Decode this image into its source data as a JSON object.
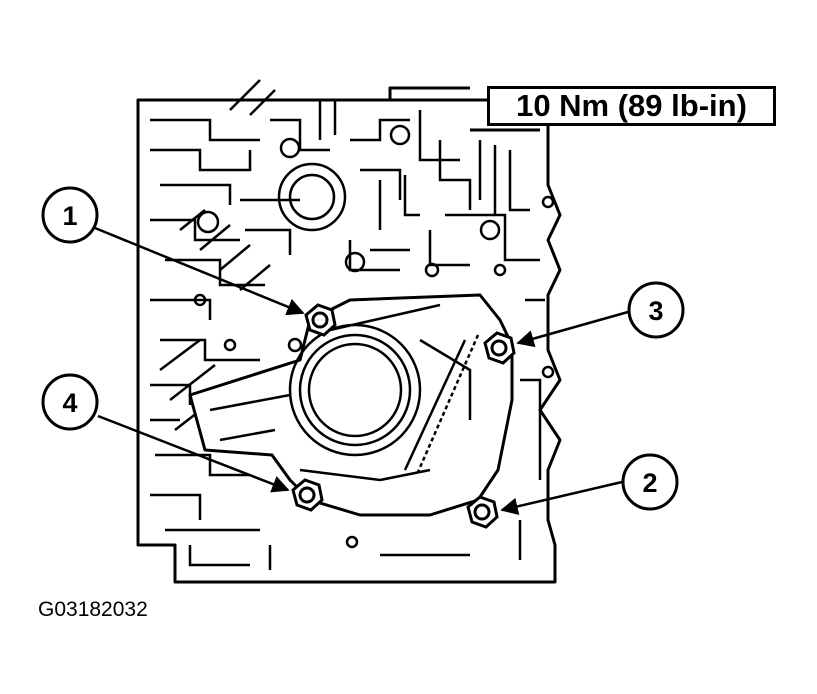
{
  "torque_spec": "10 Nm (89 lb-in)",
  "figure_id": "G03182032",
  "callouts": [
    "1",
    "2",
    "3",
    "4"
  ],
  "colors": {
    "ink": "#000000",
    "paper": "#ffffff"
  }
}
